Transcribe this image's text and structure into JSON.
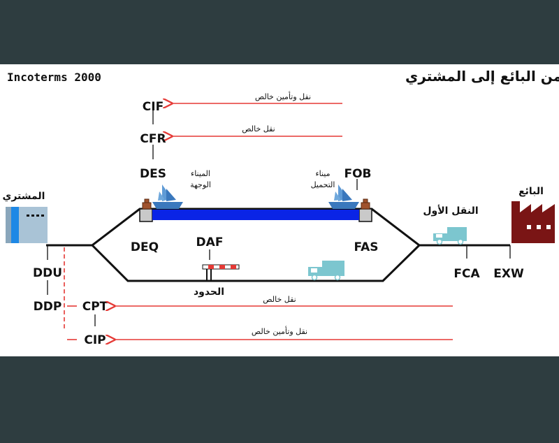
{
  "header": {
    "brand": "Incoterms 2000",
    "title": "تحويل المخاطر من البائع إلى المشتري"
  },
  "parties": {
    "buyer": "المشتري",
    "seller": "البائع"
  },
  "terms": {
    "cif": "CIF",
    "cfr": "CFR",
    "des": "DES",
    "deq": "DEQ",
    "daf": "DAF",
    "fob": "FOB",
    "fas": "FAS",
    "fca": "FCA",
    "exw": "EXW",
    "ddu": "DDU",
    "ddp": "DDP",
    "cpt": "CPT",
    "cip": "CIP"
  },
  "arrows": {
    "cif_caption": "نقل وتأمين خالص",
    "cfr_caption": "نقل خالص",
    "cpt_caption": "نقل خالص",
    "cip_caption": "نقل وتأمين خالص"
  },
  "places": {
    "dest_port_1": "الميناء",
    "dest_port_2": "الوجهة",
    "load_port_1": "ميناء",
    "load_port_2": "التحميل",
    "first_carrier": "النقل الأول",
    "border": "الحدود"
  },
  "colors": {
    "arrow": "#e53935",
    "sea": "#0a24e6",
    "ship": "#3a78bd",
    "truck": "#7cc6cf",
    "factory": "#7a1515",
    "buyer_building": "#a9c3d6",
    "buyer_accent": "#1e88e5",
    "backdrop": "#2e3d40"
  },
  "icons": [
    "ship-icon",
    "truck-icon",
    "factory-icon",
    "building-icon",
    "border-barrier-icon",
    "crate-icon"
  ]
}
